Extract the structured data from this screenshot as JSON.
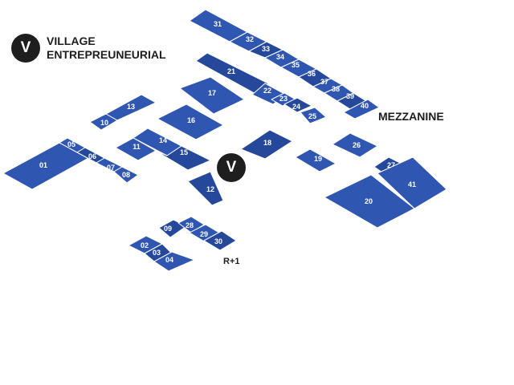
{
  "legend": {
    "badge": "V",
    "line1": "VILLAGE",
    "line2": "ENTREPREUNEURIAL"
  },
  "marker": {
    "badge": "V"
  },
  "floors": {
    "mezzanine": "MEZZANINE",
    "r1": "R+1"
  },
  "colors": {
    "room": "#2f56b0",
    "room_dark": "#26489a",
    "badge": "#1e1e1e"
  },
  "rooms": [
    "01",
    "02",
    "03",
    "04",
    "05",
    "06",
    "07",
    "08",
    "09",
    "10",
    "11",
    "12",
    "13",
    "14",
    "15",
    "16",
    "17",
    "18",
    "19",
    "20",
    "21",
    "22",
    "23",
    "24",
    "25",
    "26",
    "27",
    "28",
    "29",
    "30",
    "31",
    "32",
    "33",
    "34",
    "35",
    "36",
    "37",
    "38",
    "39",
    "40",
    "41"
  ]
}
